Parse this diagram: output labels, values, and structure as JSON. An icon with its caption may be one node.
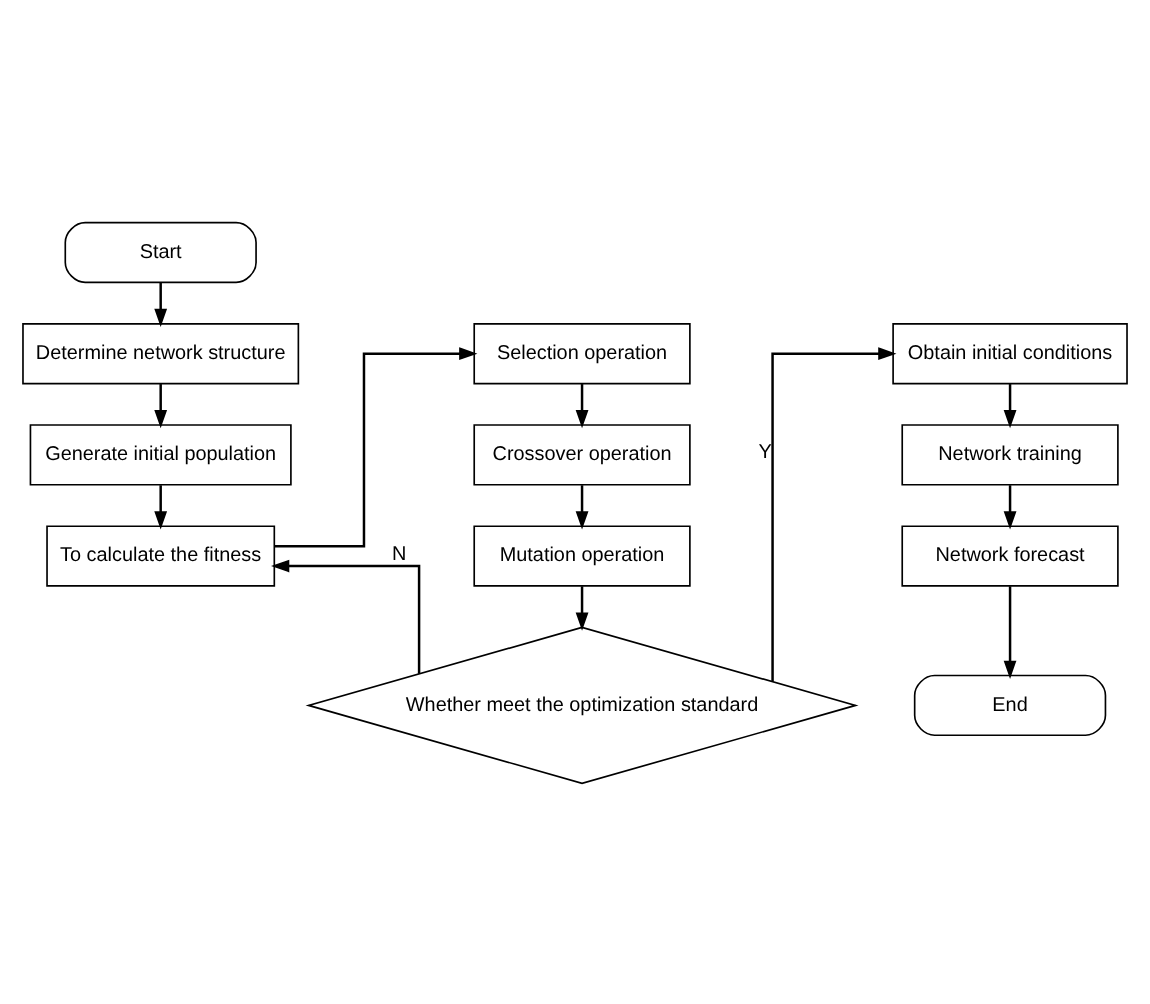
{
  "diagram": {
    "nodes": [
      {
        "text": [
          "Start"
        ]
      },
      {
        "text": [
          "Determine network structure"
        ]
      },
      {
        "text": [
          "Generate initial population"
        ]
      },
      {
        "text": [
          "To calculate the fitness"
        ]
      },
      {
        "text": [
          "Selection operation"
        ]
      },
      {
        "text": [
          "Crossover operation"
        ]
      },
      {
        "text": [
          "Mutation operation"
        ]
      },
      {
        "text": [
          "Whether meet the optimization standard"
        ]
      },
      {
        "text": [
          "Obtain initial conditions"
        ]
      },
      {
        "text": [
          "Network training"
        ]
      },
      {
        "text": [
          "Network forecast"
        ]
      },
      {
        "text": [
          "End"
        ]
      }
    ],
    "edges": [
      {
        "from": 0,
        "to": 1,
        "arrow": "to"
      },
      {
        "from": 1,
        "to": 2,
        "arrow": "to"
      },
      {
        "from": 2,
        "to": 3,
        "arrow": "to"
      },
      {
        "from": 3,
        "to": 4,
        "arrow": "to"
      },
      {
        "from": 4,
        "to": 5,
        "arrow": "to"
      },
      {
        "from": 5,
        "to": 6,
        "arrow": "to"
      },
      {
        "from": 6,
        "to": 7,
        "arrow": "to"
      },
      {
        "from": 7,
        "to": 3,
        "arrow": "to",
        "label": "N"
      },
      {
        "from": 7,
        "to": 8,
        "arrow": "to",
        "label": "Y"
      },
      {
        "from": 8,
        "to": 9,
        "arrow": "to"
      },
      {
        "from": 9,
        "to": 10,
        "arrow": "to"
      },
      {
        "from": 10,
        "to": 11,
        "arrow": "to"
      }
    ]
  }
}
